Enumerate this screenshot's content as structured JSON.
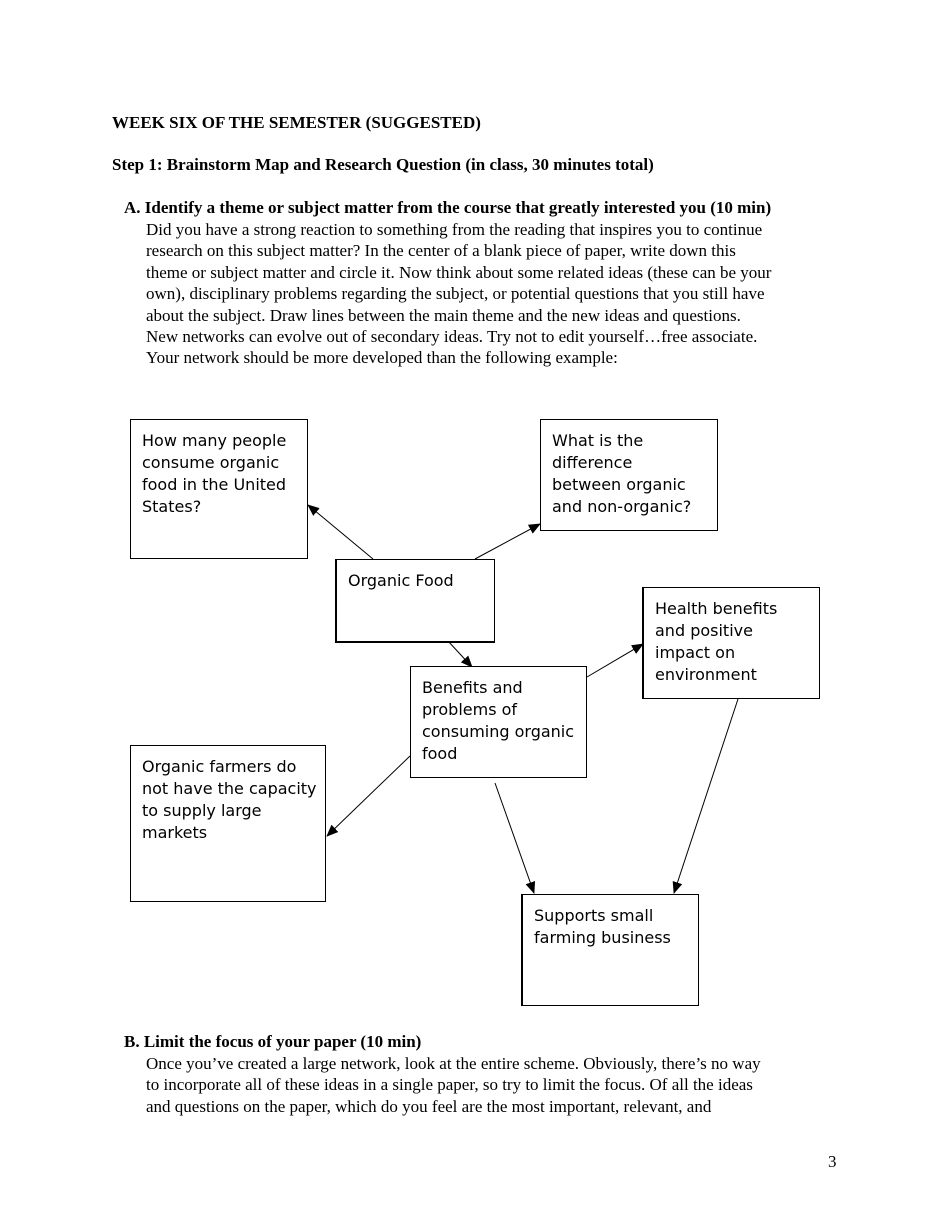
{
  "week_heading": "WEEK SIX OF THE SEMESTER (SUGGESTED)",
  "step_heading": "Step 1: Brainstorm Map and Research Question (in class, 30 minutes total)",
  "section_a": {
    "title": "A. Identify a theme or subject matter from the course that greatly interested you (10 min)",
    "lines": [
      "Did you have a strong reaction to something from the reading that inspires you to continue",
      "research on this subject matter?  In the center of a blank piece of paper, write down this",
      "theme or subject matter and circle it.  Now think about some related ideas (these can be your",
      "own), disciplinary problems regarding the subject, or potential questions that you still have",
      "about the subject.  Draw lines between the main theme and the new ideas and questions.",
      "New networks can evolve out of secondary ideas.  Try not to edit yourself…free associate.",
      "Your network should be more developed than the following example:"
    ]
  },
  "diagram": {
    "nodes": {
      "consumers": [
        "How many people",
        "consume organic",
        "food in the United",
        "States?"
      ],
      "difference": [
        "What is the",
        "difference",
        "between organic",
        "and non-organic?"
      ],
      "organic_food": [
        "Organic Food"
      ],
      "health": [
        "Health benefits",
        "and positive",
        "impact on",
        "environment"
      ],
      "benefits": [
        "Benefits and",
        "problems of",
        "consuming organic",
        "food"
      ],
      "farmers": [
        "Organic farmers do",
        "not have the capacity",
        "to supply large",
        "markets"
      ],
      "small_farming": [
        "Supports small",
        "farming business"
      ]
    }
  },
  "section_b": {
    "title": "B. Limit the focus of your paper (10 min)",
    "lines": [
      "Once you’ve created a large network, look at the entire scheme.  Obviously, there’s no way",
      "to incorporate all of these ideas in a single paper, so try to limit the focus.  Of all the ideas",
      "and questions on the paper, which do you feel are the most important, relevant, and"
    ]
  },
  "page_number": "3"
}
